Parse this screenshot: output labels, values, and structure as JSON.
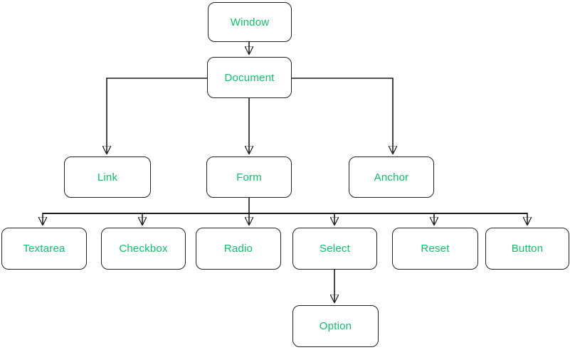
{
  "diagram": {
    "type": "tree",
    "description": "DOM object hierarchy diagram",
    "colors": {
      "node_text": "#0cc26a",
      "node_border": "#222222",
      "connector": "#1b1b1b",
      "background": "#ffffff"
    },
    "nodes": {
      "window": {
        "label": "Window"
      },
      "document": {
        "label": "Document"
      },
      "link": {
        "label": "Link"
      },
      "form": {
        "label": "Form"
      },
      "anchor": {
        "label": "Anchor"
      },
      "textarea": {
        "label": "Textarea"
      },
      "checkbox": {
        "label": "Checkbox"
      },
      "radio": {
        "label": "Radio"
      },
      "select": {
        "label": "Select"
      },
      "reset": {
        "label": "Reset"
      },
      "button": {
        "label": "Button"
      },
      "option": {
        "label": "Option"
      }
    },
    "edges": [
      {
        "from": "window",
        "to": "document"
      },
      {
        "from": "document",
        "to": "link"
      },
      {
        "from": "document",
        "to": "form"
      },
      {
        "from": "document",
        "to": "anchor"
      },
      {
        "from": "form",
        "to": "textarea"
      },
      {
        "from": "form",
        "to": "checkbox"
      },
      {
        "from": "form",
        "to": "radio"
      },
      {
        "from": "form",
        "to": "select"
      },
      {
        "from": "form",
        "to": "reset"
      },
      {
        "from": "form",
        "to": "button"
      },
      {
        "from": "select",
        "to": "option"
      }
    ]
  }
}
